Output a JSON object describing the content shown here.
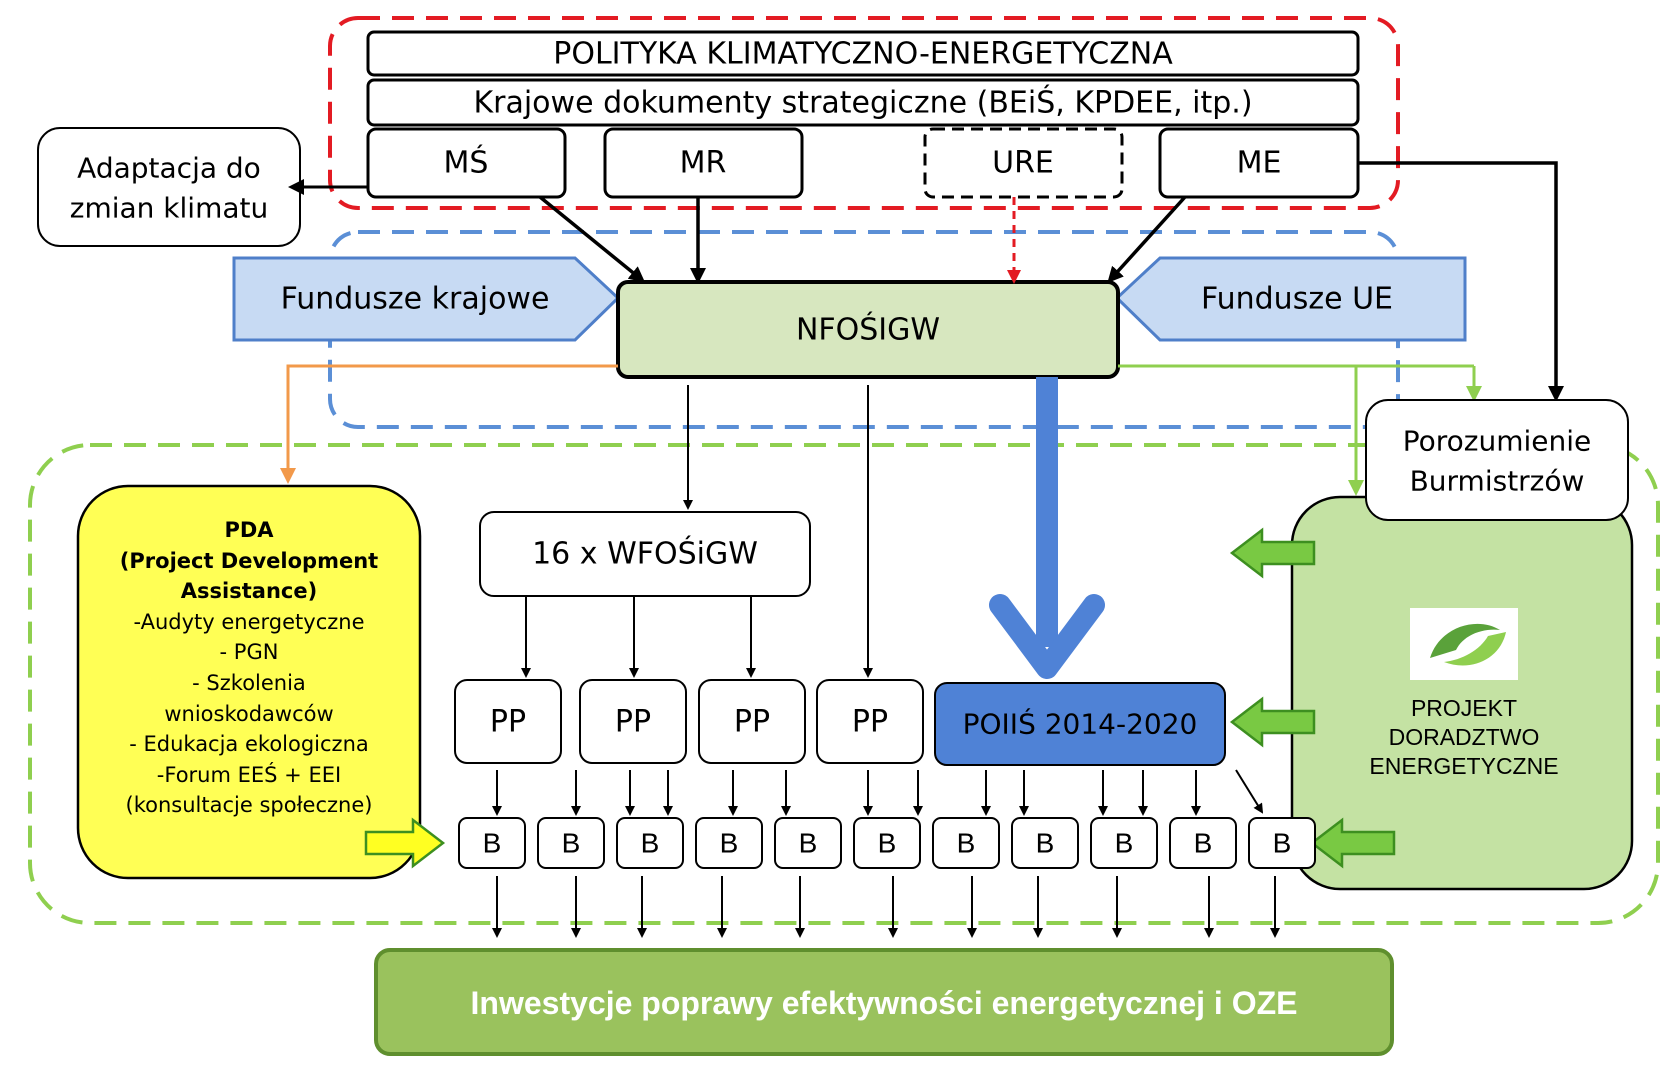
{
  "policy": {
    "title": "POLITYKA KLIMATYCZNO-ENERGETYCZNA",
    "strategy": "Krajowe dokumenty strategiczne (BEiŚ, KPDEE, itp.)",
    "ministries": [
      "MŚ",
      "MR",
      "URE",
      "ME"
    ]
  },
  "adaptation": {
    "line1": "Adaptacja do",
    "line2": "zmian klimatu"
  },
  "funds": {
    "national": "Fundusze krajowe",
    "eu": "Fundusze UE"
  },
  "nfosigw": "NFOŚIGW",
  "wfosigw": "16 x WFOŚiGW",
  "pp_label": "PP",
  "poiis": "POIIŚ 2014-2020",
  "b_label": "B",
  "covenant": {
    "line1": "Porozumienie",
    "line2": "Burmistrzów"
  },
  "pda": {
    "lines_bold": [
      "PDA",
      "(Project Development",
      "Assistance)"
    ],
    "lines": [
      "-Audyty energetyczne",
      "- PGN",
      "- Szkolenia",
      "wnioskodawców",
      "- Edukacja ekologiczna",
      "-Forum EEŚ + EEI",
      "(konsultacje społeczne)"
    ]
  },
  "project": {
    "lines": [
      "PROJEKT",
      "DORADZTWO",
      "ENERGETYCZNE"
    ]
  },
  "final": "Inwestycje poprawy efektywności energetycznej i OZE",
  "colors": {
    "red_dash": "#e31b23",
    "blue_dash": "#5b8fd6",
    "green_dash": "#8fcf4f",
    "nfos_fill": "#d7e7bf",
    "fund_fill": "#c7daf3",
    "fund_stroke": "#4f7fc9",
    "pda_fill": "#ffff55",
    "project_fill": "#c4e2a3",
    "poiis_fill": "#4f82d6",
    "final_fill": "#9ac25d",
    "orange": "#f2994a",
    "green_arrow": "#79c943"
  }
}
